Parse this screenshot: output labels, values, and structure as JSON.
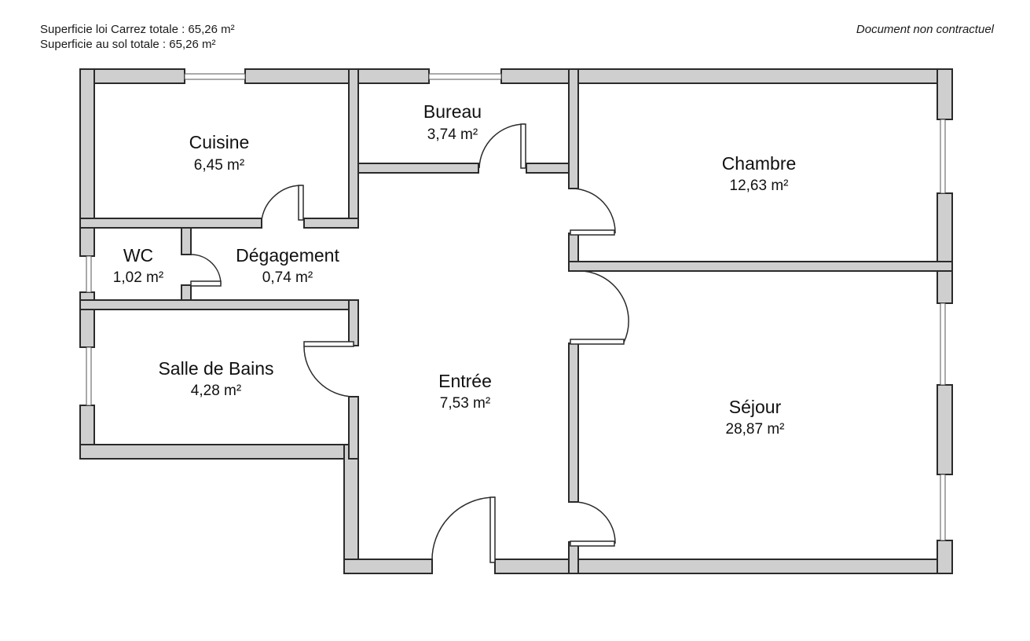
{
  "header": {
    "carrez_total": "Superficie loi Carrez totale : 65,26 m²",
    "sol_total": "Superficie au sol totale : 65,26 m²",
    "disclaimer": "Document non contractuel"
  },
  "rooms": {
    "cuisine": {
      "name": "Cuisine",
      "area": "6,45 m²"
    },
    "bureau": {
      "name": "Bureau",
      "area": "3,74 m²"
    },
    "chambre": {
      "name": "Chambre",
      "area": "12,63 m²"
    },
    "wc": {
      "name": "WC",
      "area": "1,02 m²"
    },
    "degagement": {
      "name": "Dégagement",
      "area": "0,74 m²"
    },
    "salle_de_bains": {
      "name": "Salle de Bains",
      "area": "4,28 m²"
    },
    "entree": {
      "name": "Entrée",
      "area": "7,53 m²"
    },
    "sejour": {
      "name": "Séjour",
      "area": "28,87 m²"
    }
  }
}
